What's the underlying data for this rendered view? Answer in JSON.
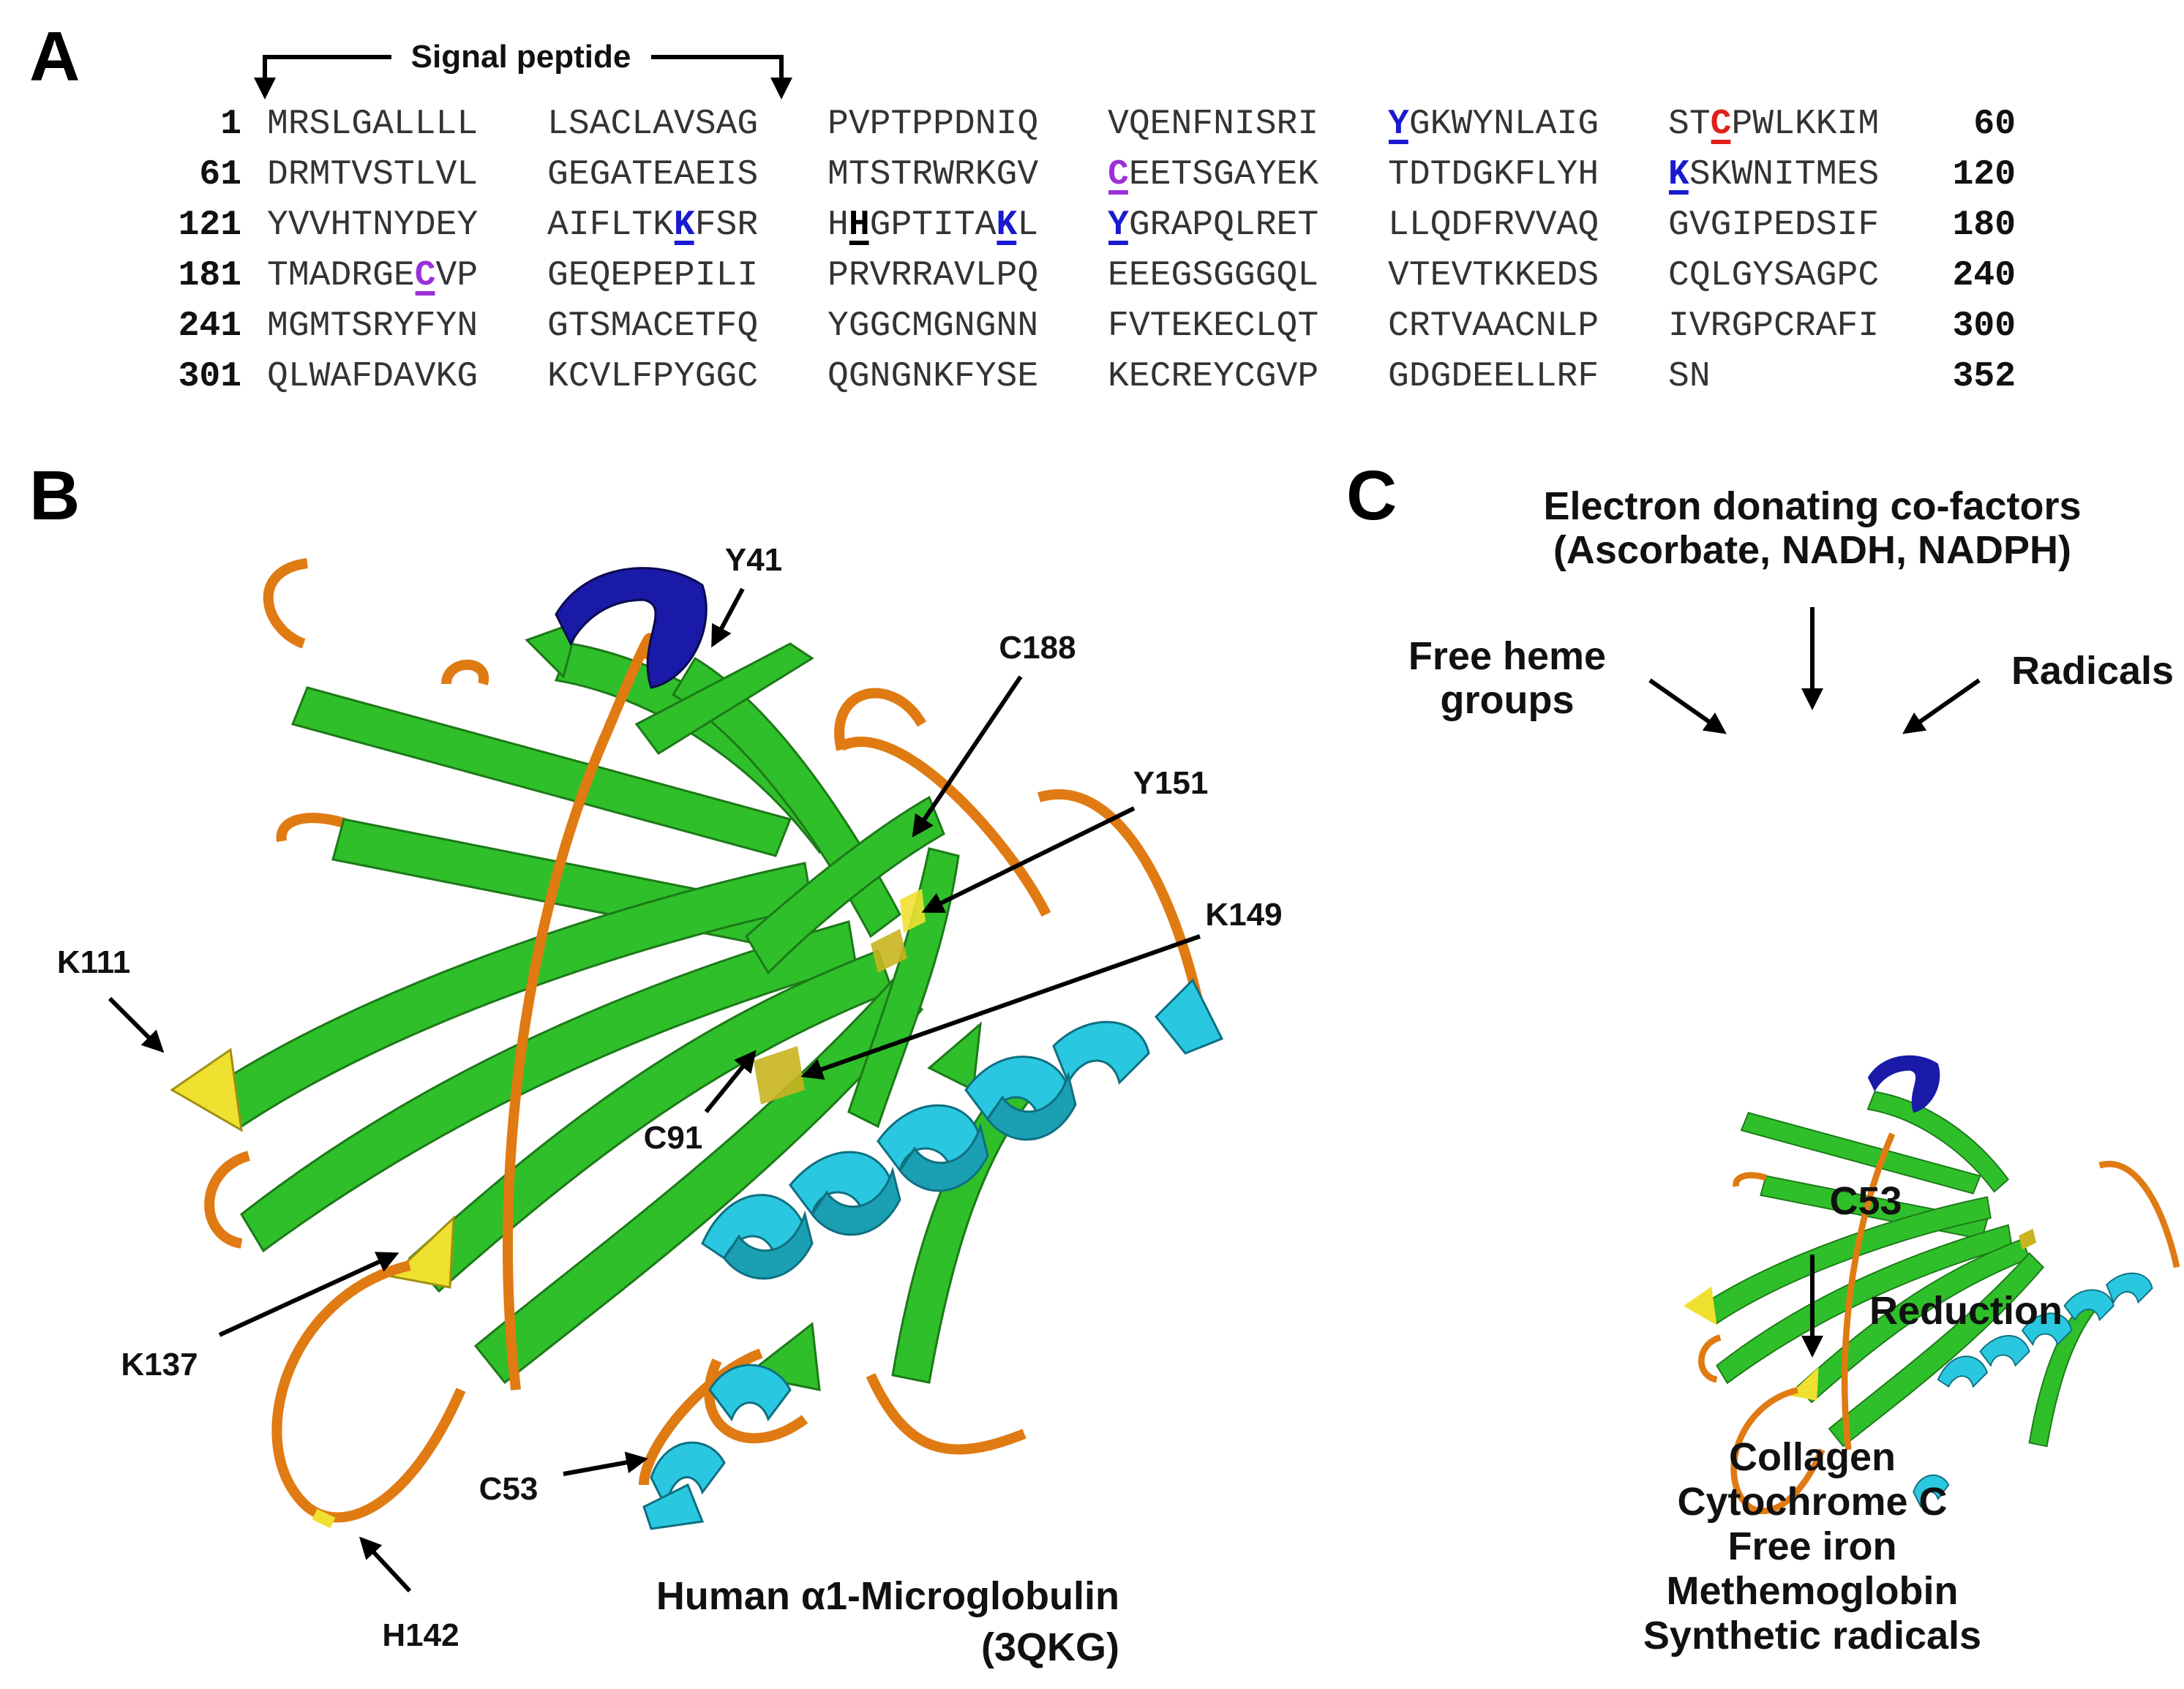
{
  "panels": {
    "a": "A",
    "b": "B",
    "c": "C"
  },
  "sequence": {
    "signal_label": "Signal peptide",
    "rows": [
      {
        "start": "1",
        "end": "60",
        "blocks": [
          "MRSLGALLLL",
          "LSACLAVSAG",
          "PVPTPPDNIQ",
          "VQENFNISRI",
          "YGKWYNLAIG",
          "STCPWLKKIM"
        ]
      },
      {
        "start": "61",
        "end": "120",
        "blocks": [
          "DRMTVSTLVL",
          "GEGATEAEIS",
          "MTSTRWRKGV",
          "CEETSGAYEK",
          "TDTDGKFLYH",
          "KSKWNITMES"
        ]
      },
      {
        "start": "121",
        "end": "180",
        "blocks": [
          "YVVHTNYDEY",
          "AIFLTKKFSR",
          "HHGPTITAKL",
          "YGRAPQLRET",
          "LLQDFRVVAQ",
          "GVGIPEDSIF"
        ]
      },
      {
        "start": "181",
        "end": "240",
        "blocks": [
          "TMADRGECVP",
          "GEQEPEPILI",
          "PRVRRAVLPQ",
          "EEEGSGGGQL",
          "VTEVTKKEDS",
          "CQLGYSAGPC"
        ]
      },
      {
        "start": "241",
        "end": "300",
        "blocks": [
          "MGMTSRYFYN",
          "GTSMACETFQ",
          "YGGCMGNGNN",
          "FVTEKECLQT",
          "CRTVAACNLP",
          "IVRGPCRAFI"
        ]
      },
      {
        "start": "301",
        "end": "352",
        "blocks": [
          "QLWAFDAVKG",
          "KCVLFPYGGC",
          "QGNGNKFYSE",
          "KECREYCGVP",
          "GDGDEELLRF",
          "SN"
        ]
      }
    ],
    "highlights": [
      {
        "row": 0,
        "block": 4,
        "pos": 0,
        "color": "#1a1ad0"
      },
      {
        "row": 0,
        "block": 5,
        "pos": 2,
        "color": "#e0201a"
      },
      {
        "row": 1,
        "block": 3,
        "pos": 0,
        "color": "#9b30d9"
      },
      {
        "row": 1,
        "block": 5,
        "pos": 0,
        "color": "#1a1ad0"
      },
      {
        "row": 2,
        "block": 1,
        "pos": 6,
        "color": "#1a1ad0"
      },
      {
        "row": 2,
        "block": 2,
        "pos": 1,
        "color": "#000000"
      },
      {
        "row": 2,
        "block": 2,
        "pos": 8,
        "color": "#1a1ad0"
      },
      {
        "row": 2,
        "block": 3,
        "pos": 0,
        "color": "#1a1ad0"
      },
      {
        "row": 3,
        "block": 0,
        "pos": 7,
        "color": "#9b30d9"
      }
    ]
  },
  "structure": {
    "title_line1": "Human α1-Microglobulin",
    "title_line2": "(3QKG)",
    "labels": {
      "y41": "Y41",
      "c188": "C188",
      "y151": "Y151",
      "k149": "K149",
      "k111": "K111",
      "c91": "C91",
      "k137": "K137",
      "c53": "C53",
      "h142": "H142"
    },
    "colors": {
      "strand": "#2fbf2a",
      "loop": "#e07a12",
      "helix": "#29c8e0",
      "helix_blue": "#1a1aa8",
      "residue": "#f0e030"
    }
  },
  "pathway": {
    "cofactor_line1": "Electron donating co-factors",
    "cofactor_line2": "(Ascorbate, NADH, NADPH)",
    "heme_line1": "Free heme",
    "heme_line2": "groups",
    "radicals": "Radicals",
    "c53": "C53",
    "reduction": "Reduction",
    "targets": [
      "Collagen",
      "Cytochrome C",
      "Free iron",
      "Methemoglobin",
      "Synthetic radicals"
    ]
  }
}
